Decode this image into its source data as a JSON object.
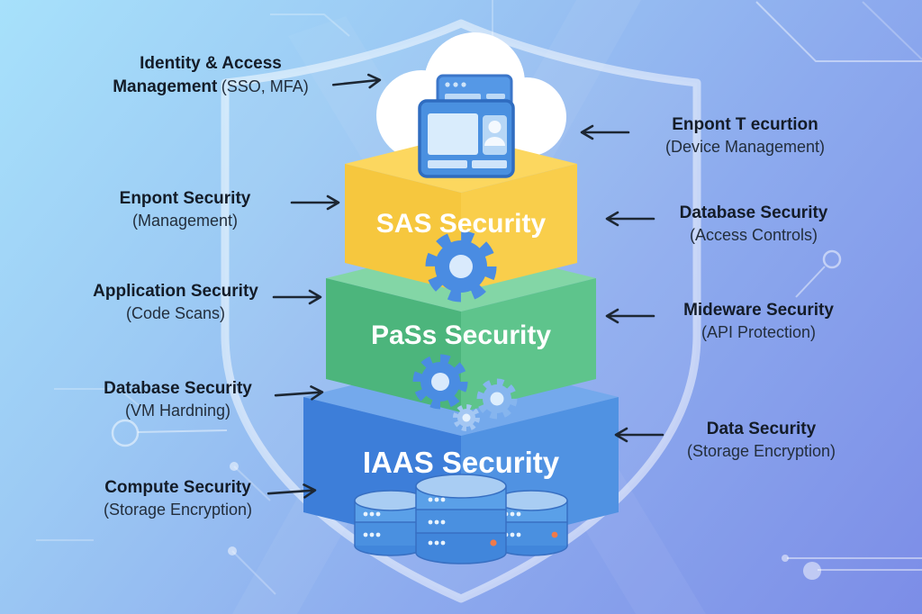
{
  "title": "Cloud security layers diagram (SaaS / PaaS / IaaS shield)",
  "stack": {
    "layers": [
      {
        "id": "saas",
        "title": "SAS Security",
        "color_top": "#fcd75f",
        "color_left": "#f6c73e",
        "color_right": "#f9ce4b"
      },
      {
        "id": "paas",
        "title": "PaSs Security",
        "color_top": "#83d6a6",
        "color_left": "#4cb57c",
        "color_right": "#5ec48c"
      },
      {
        "id": "iaas",
        "title": "IAAS Security",
        "color_top": "#74a9ec",
        "color_left": "#3d7ed9",
        "color_right": "#5092e2"
      }
    ]
  },
  "labels": {
    "left": [
      {
        "title": "Identity & Access Management",
        "note": "(SSO, MFA)"
      },
      {
        "title": "Enpont Security",
        "note": "(Management)"
      },
      {
        "title": "Application Security",
        "note": "(Code Scans)"
      },
      {
        "title": "Database Security",
        "note": "(VM Hardning)"
      },
      {
        "title": "Compute Security",
        "note": "(Storage Encryption)"
      }
    ],
    "right": [
      {
        "title": "Enpont T ecurtion",
        "note": "(Device Management)"
      },
      {
        "title": "Database Security",
        "note": "(Access Controls)"
      },
      {
        "title": "Mideware Security",
        "note": "(API Protection)"
      },
      {
        "title": "Data Security",
        "note": "(Storage Encryption)"
      }
    ]
  },
  "icons": {
    "top": "cloud with browser windows",
    "saas_paas_divider": "gear",
    "paas_iaas_divider": "gear cluster",
    "iaas_bottom": "database cluster",
    "backdrop": "shield outline with circuit traces"
  },
  "colors": {
    "background_start": "#a7e1fb",
    "background_end": "#7c8de7",
    "arrow_text": "#1d2733",
    "icon_blue": "#4a90e0",
    "icon_blue_light": "#d9ecfc",
    "db_orange_dot": "#f07a4a",
    "shield_outline": "rgba(255,255,255,0.5)"
  }
}
